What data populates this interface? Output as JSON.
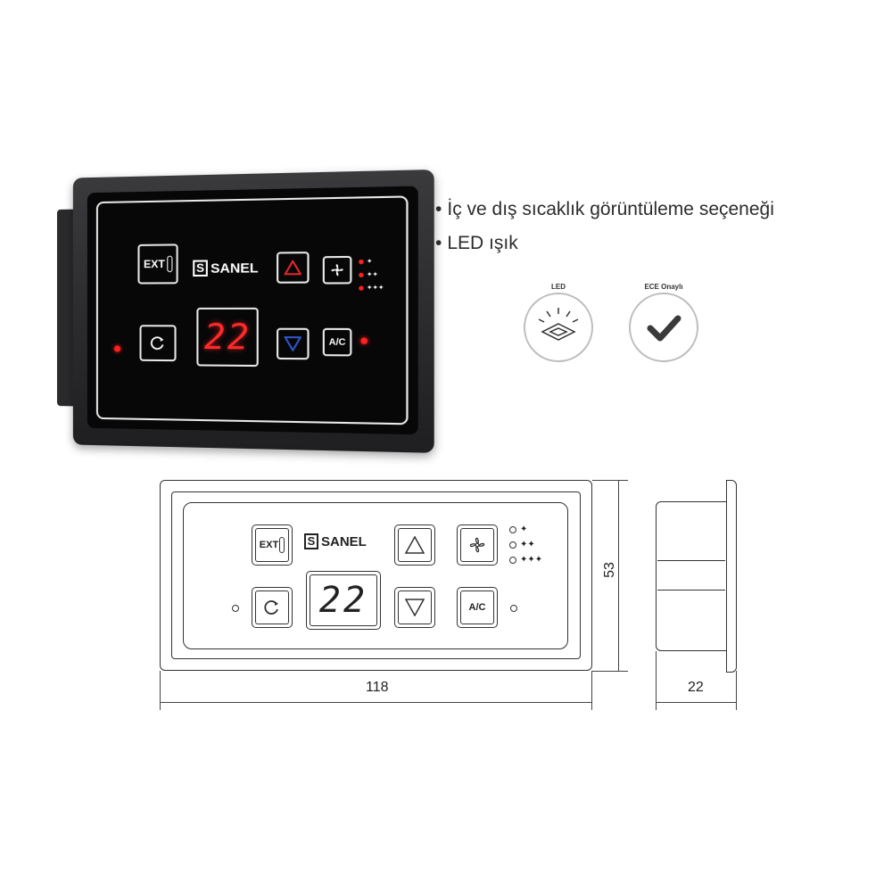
{
  "bullets": [
    "İç ve dış sıcaklık görüntüleme seçeneği",
    "LED ışık"
  ],
  "badges": {
    "led_label": "LED",
    "ece_label": "ECE Onaylı"
  },
  "device": {
    "brand": "SANEL",
    "brand_mark": "S",
    "ext_label": "EXT",
    "ac_label": "A/C",
    "display_value": "22"
  },
  "drawing": {
    "brand": "SANEL",
    "brand_mark": "S",
    "ext_label": "EXT",
    "ac_label": "A/C",
    "display_value": "22",
    "width_label": "118",
    "height_label": "53",
    "depth_label": "22"
  },
  "colors": {
    "display_red": "#ff2a2a",
    "up_button": "#e0262a",
    "down_button": "#2f55c8"
  }
}
